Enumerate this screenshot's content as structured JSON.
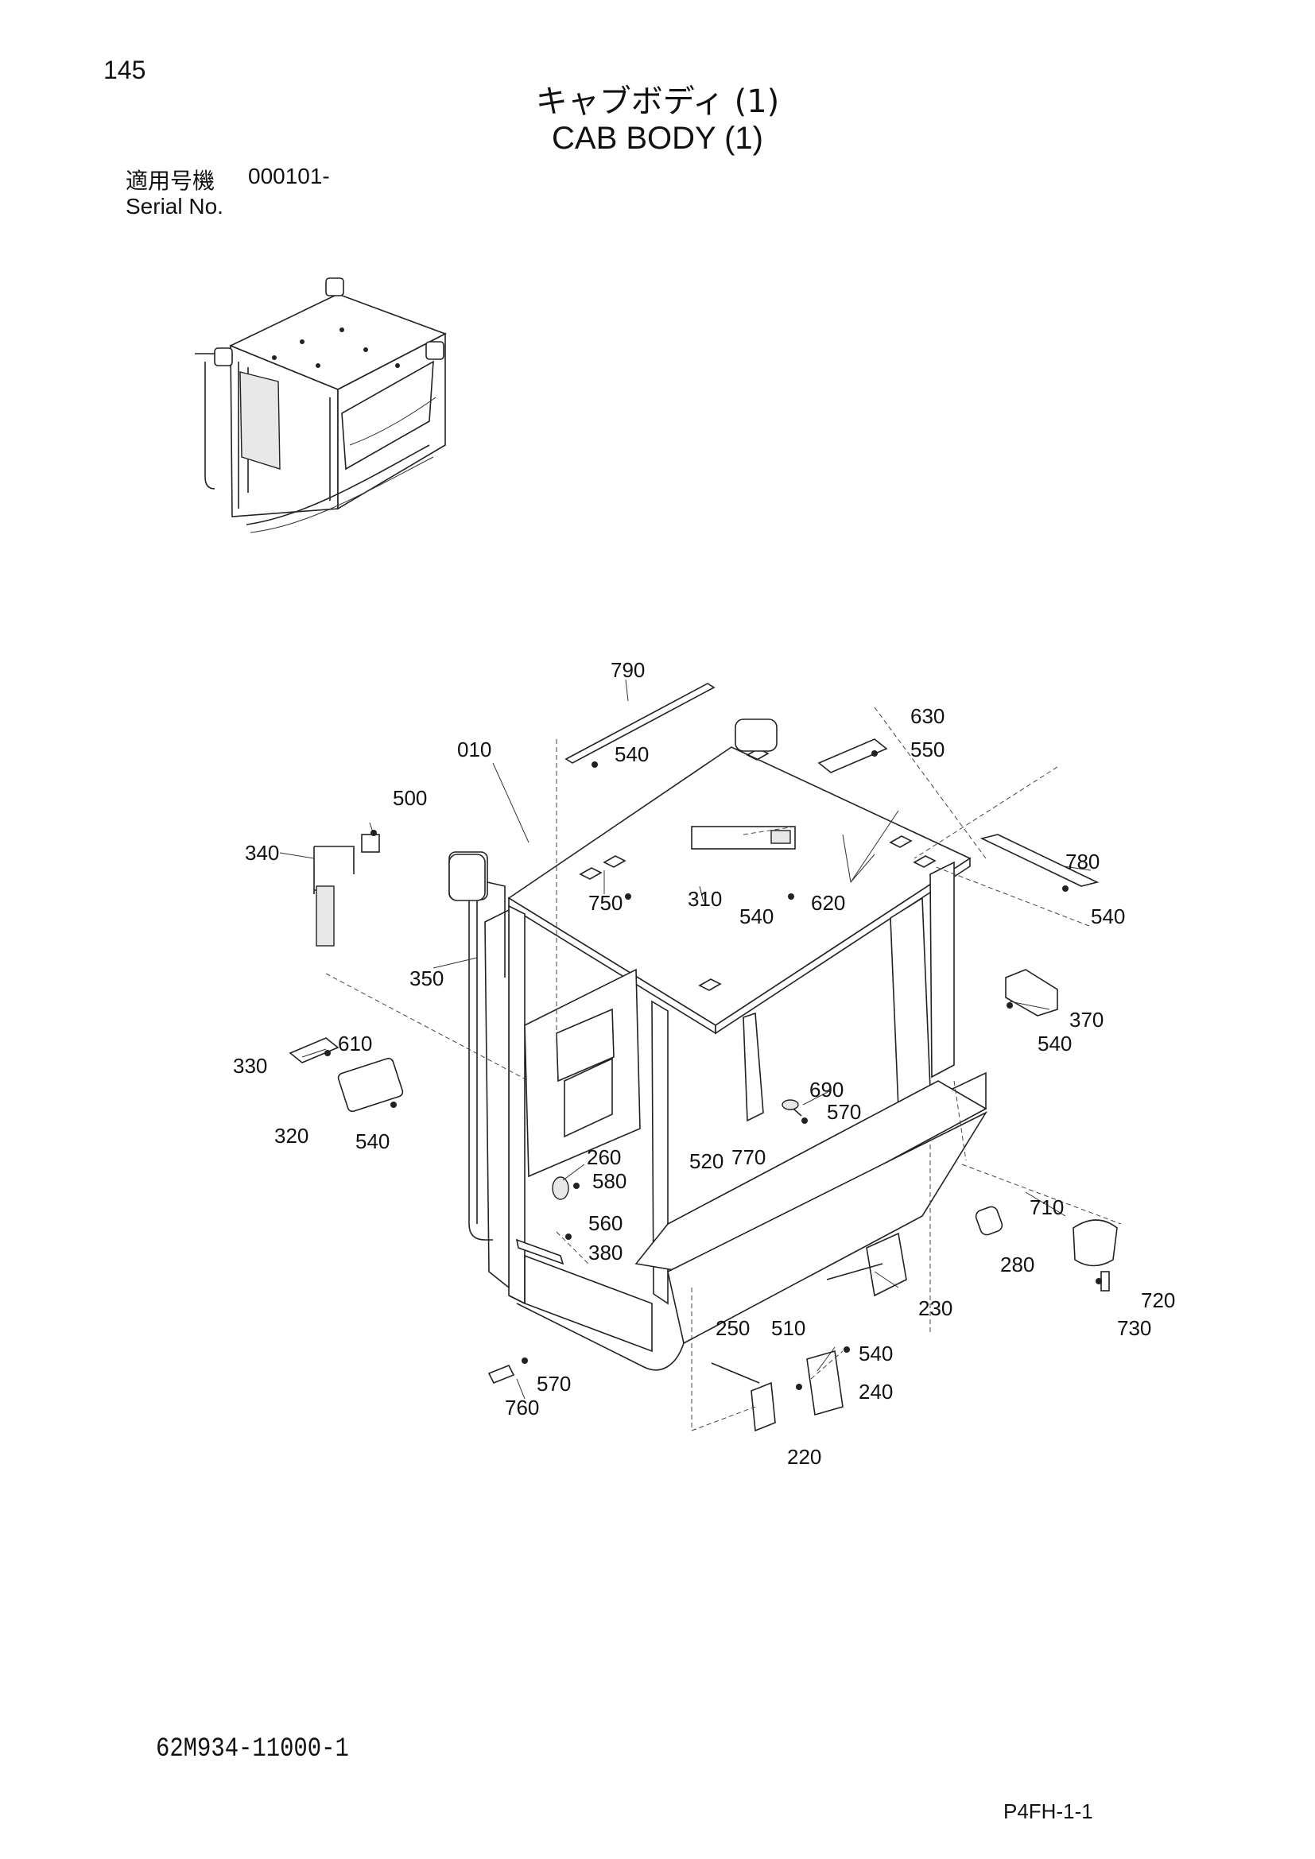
{
  "header": {
    "page_number": "145",
    "title_jp": "キャブボディ (1)",
    "title_en": "CAB BODY (1)",
    "serial_label_jp": "適用号機",
    "serial_value": "000101-",
    "serial_label_en": "Serial No."
  },
  "footer": {
    "drawing_number": "62M934-11000-1",
    "page_code": "P4FH-1-1"
  },
  "part_labels": [
    {
      "id": "790",
      "text": "790"
    },
    {
      "id": "630",
      "text": "630"
    },
    {
      "id": "010",
      "text": "010"
    },
    {
      "id": "540a",
      "text": "540"
    },
    {
      "id": "550",
      "text": "550"
    },
    {
      "id": "500",
      "text": "500"
    },
    {
      "id": "340",
      "text": "340"
    },
    {
      "id": "780",
      "text": "780"
    },
    {
      "id": "750",
      "text": "750"
    },
    {
      "id": "310",
      "text": "310"
    },
    {
      "id": "540b",
      "text": "540"
    },
    {
      "id": "620",
      "text": "620"
    },
    {
      "id": "540c",
      "text": "540"
    },
    {
      "id": "350",
      "text": "350"
    },
    {
      "id": "370",
      "text": "370"
    },
    {
      "id": "610",
      "text": "610"
    },
    {
      "id": "540d",
      "text": "540"
    },
    {
      "id": "330",
      "text": "330"
    },
    {
      "id": "690",
      "text": "690"
    },
    {
      "id": "570a",
      "text": "570"
    },
    {
      "id": "320",
      "text": "320"
    },
    {
      "id": "540e",
      "text": "540"
    },
    {
      "id": "260",
      "text": "260"
    },
    {
      "id": "520",
      "text": "520"
    },
    {
      "id": "770",
      "text": "770"
    },
    {
      "id": "580",
      "text": "580"
    },
    {
      "id": "710",
      "text": "710"
    },
    {
      "id": "560",
      "text": "560"
    },
    {
      "id": "380",
      "text": "380"
    },
    {
      "id": "280",
      "text": "280"
    },
    {
      "id": "720",
      "text": "720"
    },
    {
      "id": "230",
      "text": "230"
    },
    {
      "id": "730",
      "text": "730"
    },
    {
      "id": "250",
      "text": "250"
    },
    {
      "id": "510",
      "text": "510"
    },
    {
      "id": "540f",
      "text": "540"
    },
    {
      "id": "240",
      "text": "240"
    },
    {
      "id": "570b",
      "text": "570"
    },
    {
      "id": "760",
      "text": "760"
    },
    {
      "id": "220",
      "text": "220"
    }
  ]
}
